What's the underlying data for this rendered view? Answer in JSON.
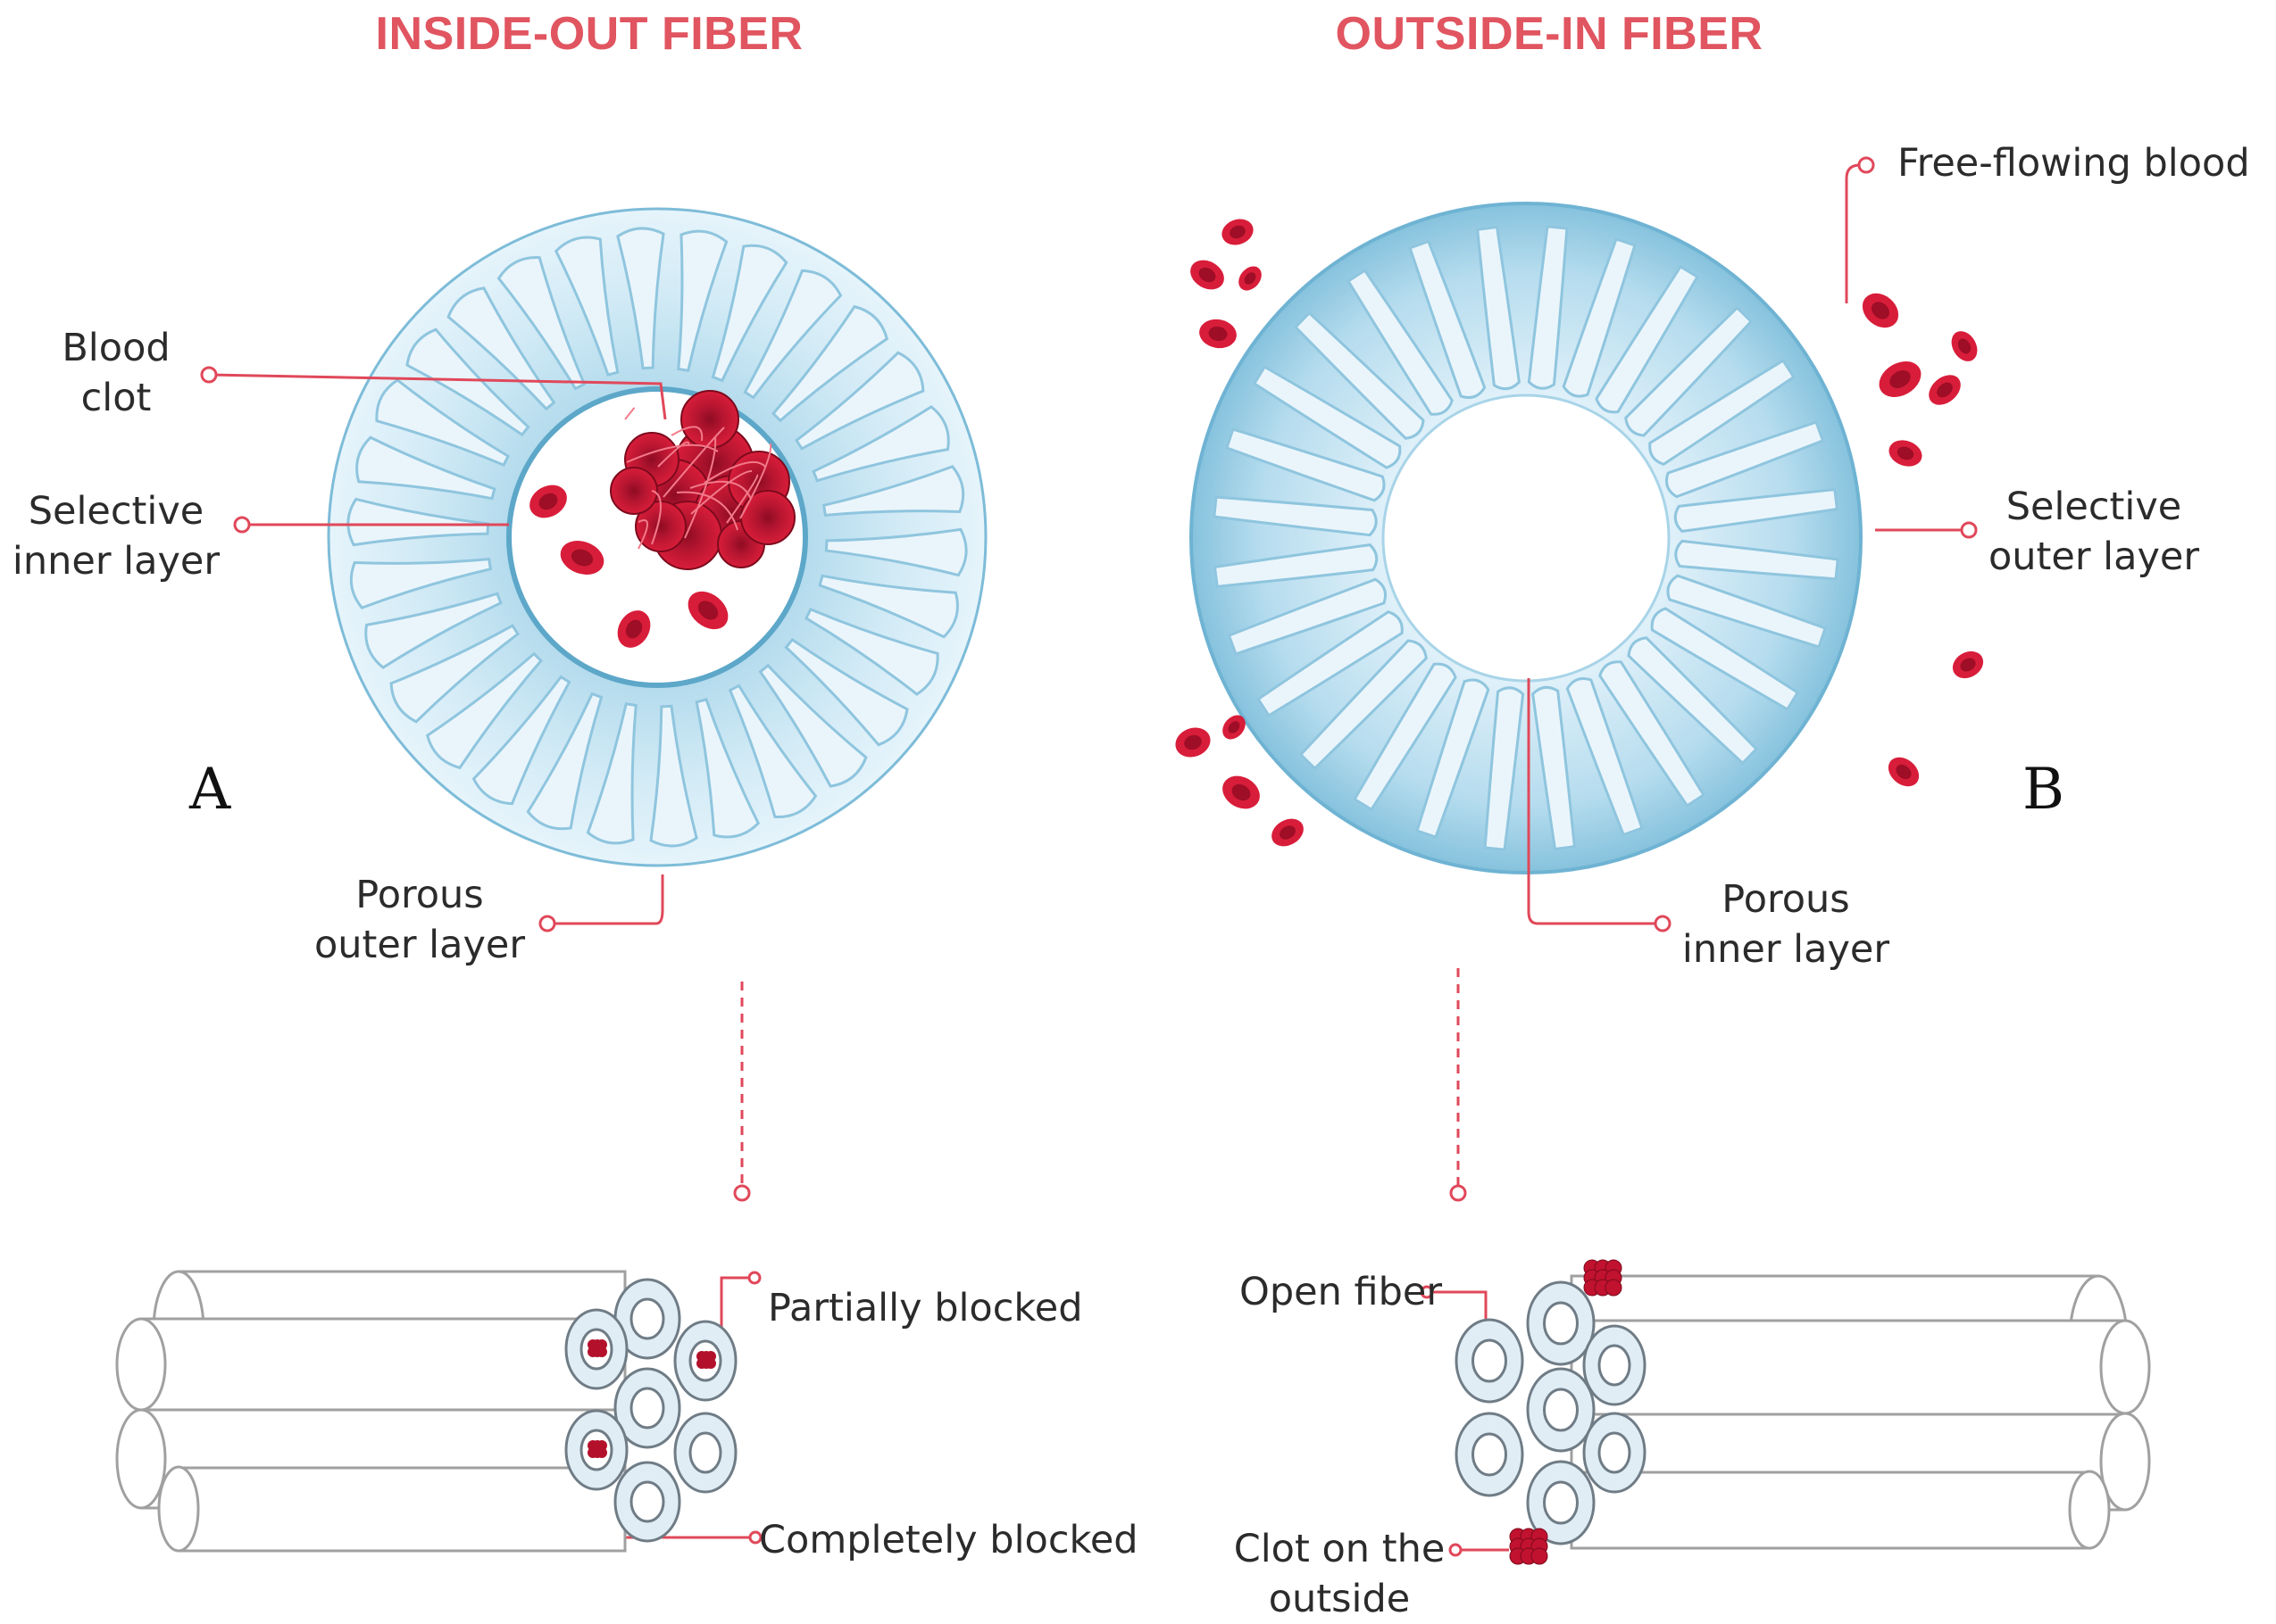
{
  "titles": {
    "left": "INSIDE-OUT FIBER",
    "right": "OUTSIDE-IN FIBER"
  },
  "labels": {
    "blood_clot": "Blood\nclot",
    "selective_inner_layer": "Selective\ninner layer",
    "porous_outer_layer": "Porous\nouter layer",
    "free_flowing_blood": "Free-flowing blood",
    "selective_outer_layer": "Selective\nouter layer",
    "porous_inner_layer": "Porous\ninner layer",
    "partially_blocked": "Partially blocked",
    "completely_blocked": "Completely blocked",
    "open_fiber": "Open fiber",
    "clot_on_outside": "Clot on the\noutside"
  },
  "panels": {
    "a": "A",
    "b": "B"
  },
  "colors": {
    "title_red": "#e05560",
    "leader_red": "#e0485a",
    "fiber_blue_dark": "#8cc8e0",
    "fiber_blue_light": "#dceff8",
    "fiber_outline": "#6fb3d3",
    "blood_red": "#c8102e",
    "tube_outline": "#9a9a9a"
  }
}
